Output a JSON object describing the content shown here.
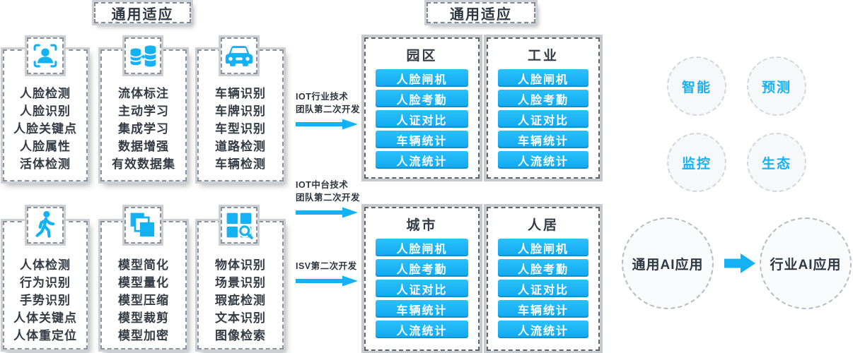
{
  "tags": {
    "left": "通用适应",
    "center": "通用适应"
  },
  "capability_groups": [
    {
      "name": "face",
      "icon": "face-scan-icon",
      "items": [
        "人脸检测",
        "人脸识别",
        "人脸关键点",
        "人脸属性",
        "活体检测"
      ]
    },
    {
      "name": "data",
      "icon": "database-transfer-icon",
      "items": [
        "流体标注",
        "主动学习",
        "集成学习",
        "数据增强",
        "有效数据集"
      ]
    },
    {
      "name": "vehicle",
      "icon": "car-icon",
      "items": [
        "车辆识别",
        "车牌识别",
        "车型识别",
        "道路检测",
        "车辆检测"
      ]
    },
    {
      "name": "human-body",
      "icon": "pedestrian-icon",
      "items": [
        "人体检测",
        "行为识别",
        "手势识别",
        "人体关键点",
        "人体重定位"
      ]
    },
    {
      "name": "model",
      "icon": "layers-icon",
      "items": [
        "模型简化",
        "模型量化",
        "模型压缩",
        "模型裁剪",
        "模型加密"
      ]
    },
    {
      "name": "image",
      "icon": "image-search-icon",
      "items": [
        "物体识别",
        "场景识别",
        "瑕疵检测",
        "文本识别",
        "图像检索"
      ]
    }
  ],
  "dev_arrows": [
    {
      "lines": [
        "IOT行业技术",
        "团队第二次开发"
      ]
    },
    {
      "lines": [
        "IOT中台技术",
        "团队第二次开发"
      ]
    },
    {
      "lines": [
        "ISV第二次开发"
      ]
    }
  ],
  "scenario_panels": [
    {
      "title": "园区",
      "apps": [
        "人脸闸机",
        "人脸考勤",
        "人证对比",
        "车辆统计",
        "人流统计"
      ]
    },
    {
      "title": "工业",
      "apps": [
        "人脸闸机",
        "人脸考勤",
        "人证对比",
        "车辆统计",
        "人流统计"
      ]
    },
    {
      "title": "城市",
      "apps": [
        "人脸闸机",
        "人脸考勤",
        "人证对比",
        "车辆统计",
        "人流统计"
      ]
    },
    {
      "title": "人居",
      "apps": [
        "人脸闸机",
        "人脸考勤",
        "人证对比",
        "车辆统计",
        "人流统计"
      ]
    }
  ],
  "feature_circles": [
    {
      "label": "智能"
    },
    {
      "label": "预测"
    },
    {
      "label": "监控"
    },
    {
      "label": "生态"
    }
  ],
  "flow": {
    "from": "通用AI应用",
    "to": "行业AI应用"
  },
  "colors": {
    "accent": "#14b1f5",
    "text_dark": "#2e3842",
    "panel_border": "#8d939b",
    "ring": "#ccd0d4"
  }
}
